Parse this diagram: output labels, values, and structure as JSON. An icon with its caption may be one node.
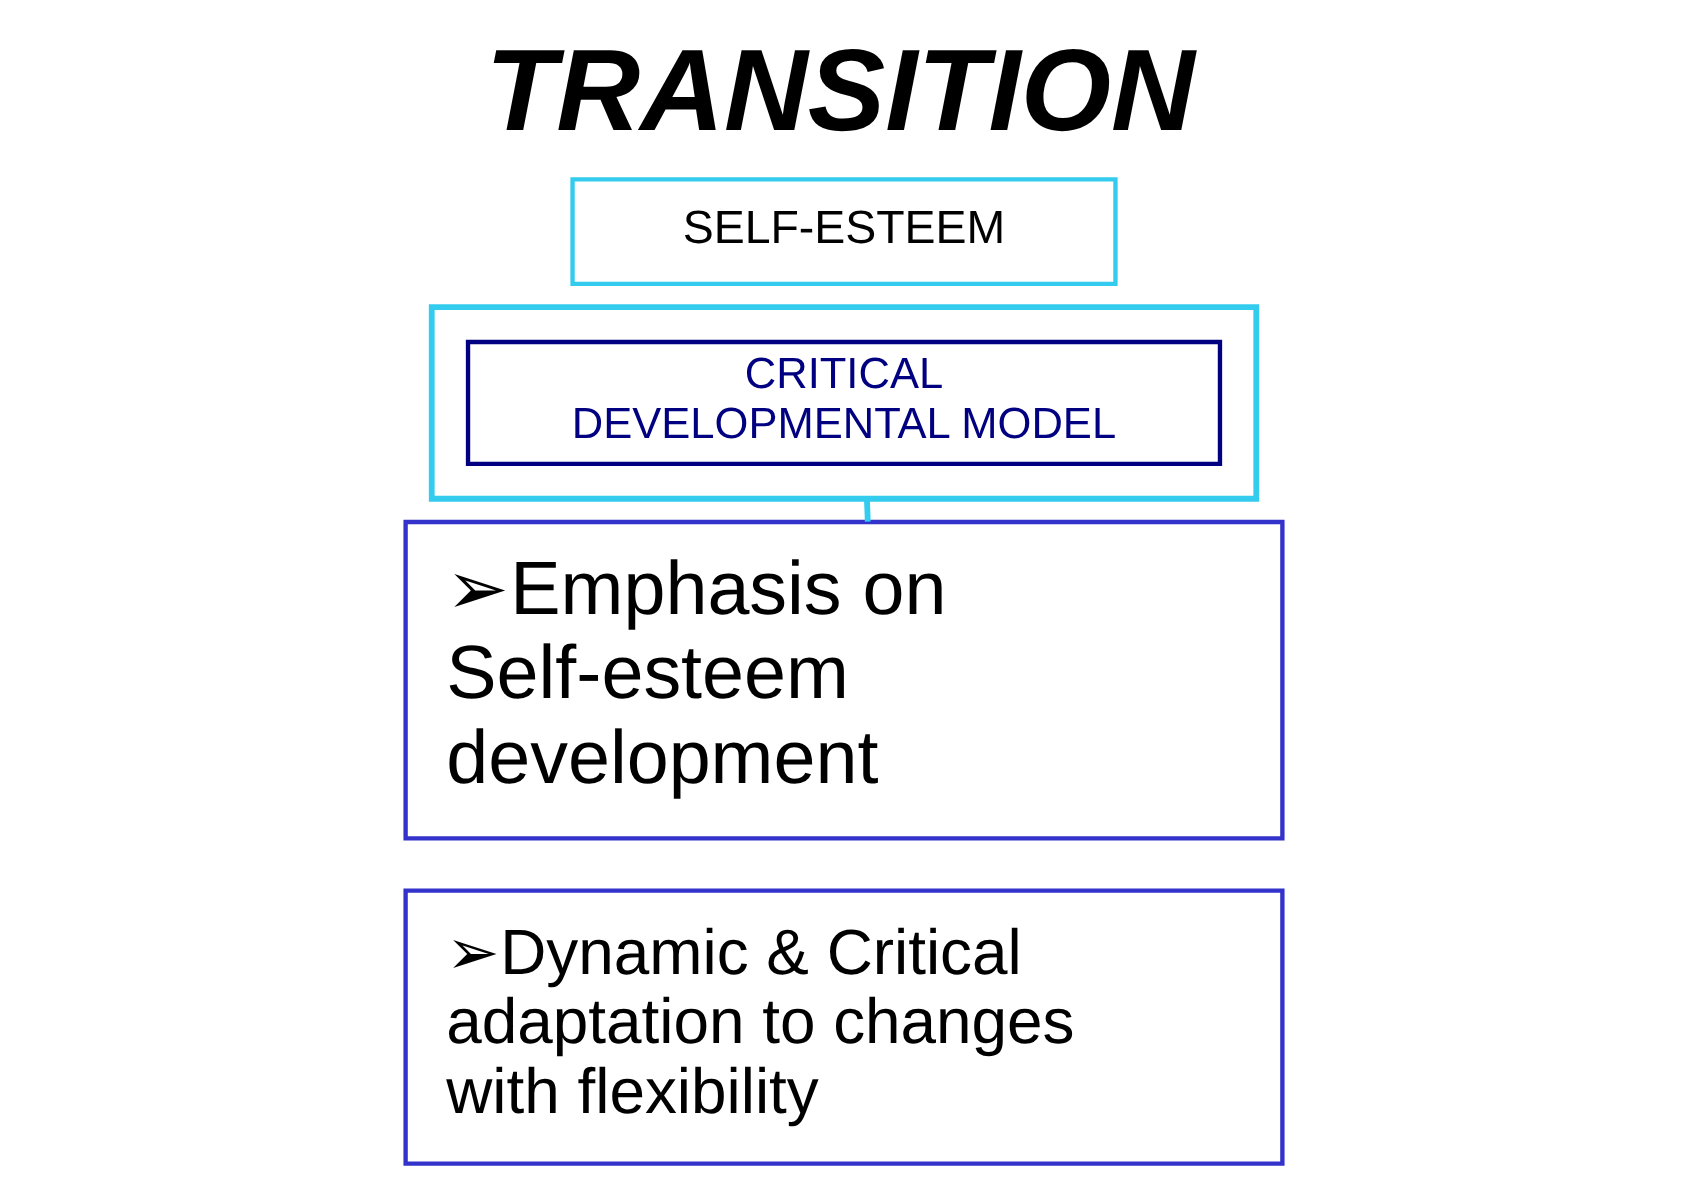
{
  "diagram": {
    "title": "TRANSITION",
    "nodes": [
      {
        "text": [
          "SELF-ESTEEM"
        ]
      },
      {
        "text": [],
        "shape": "box"
      },
      {
        "text": [
          "CRITICAL DEVELOPMENTAL MODEL"
        ],
        "in": 1
      },
      {
        "text": [
          "➢Emphasis on Self-esteem development"
        ]
      },
      {
        "text": [
          "➢Dynamic & Critical adaptation to changes with flexibility"
        ]
      }
    ],
    "edges": [
      {
        "from": 1,
        "to": 3,
        "arrow": "none",
        "color": "#33ccee"
      }
    ]
  }
}
